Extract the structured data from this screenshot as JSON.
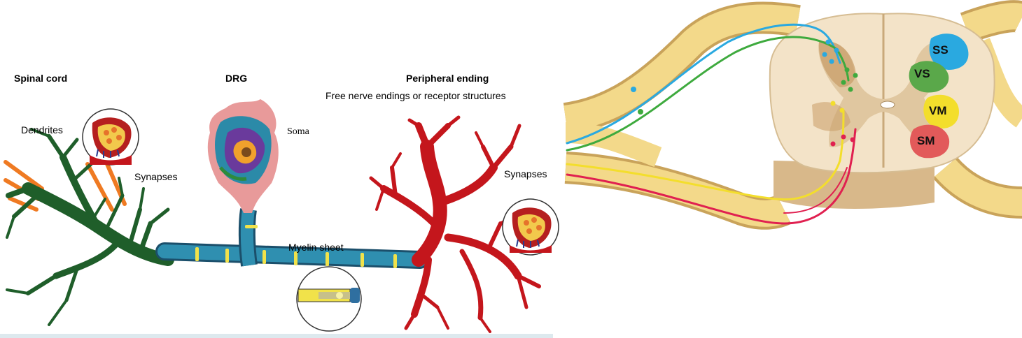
{
  "neuron": {
    "spinal_cord_label": "Spinal cord",
    "drg_label": "DRG",
    "peripheral_label": "Peripheral ending",
    "peripheral_sub": "Free nerve endings or receptor structures",
    "dendrites_label": "Dendrites",
    "synapses_left_label": "Synapses",
    "soma_label": "Soma",
    "synapses_right_label": "Synapses",
    "myelin_label": "Myelin sheet"
  },
  "spinal_section": {
    "regions": [
      "SS",
      "VS",
      "VM",
      "SM"
    ]
  },
  "colors": {
    "dendrite_green": "#1f5e2a",
    "terminal_red": "#c4161c",
    "myelin_blue": "#2f8fb0",
    "node_yellow": "#f1e24a",
    "soma_pink": "#e89a9a",
    "ss_blue": "#2aa9e0",
    "vs_green": "#5aa84a",
    "vm_yellow": "#f3de2c",
    "sm_red": "#e25a5a",
    "nerve_yellow": "#f3d98a"
  }
}
